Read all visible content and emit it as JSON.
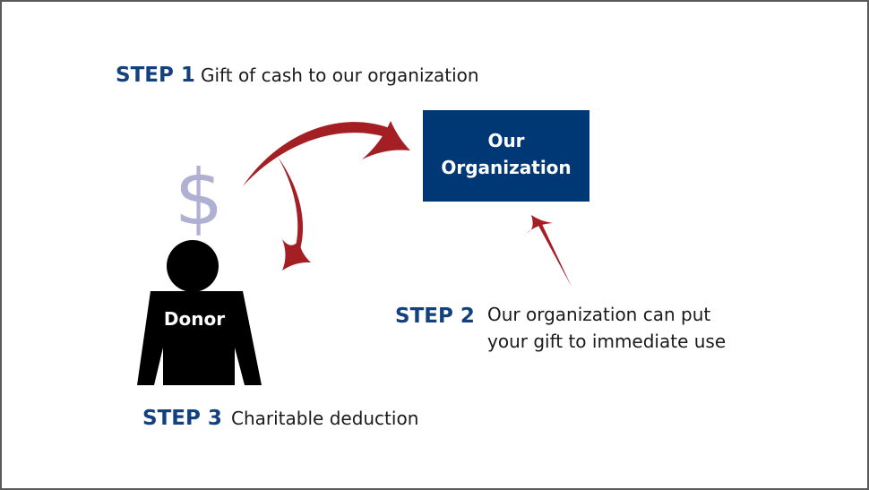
{
  "colors": {
    "brand_blue": "#003876",
    "step_blue": "#13407e",
    "arrow_red": "#a31f24",
    "dollar": "#b0b0d4"
  },
  "step1": {
    "label": "STEP 1",
    "text": "Gift of cash to our organization"
  },
  "step2": {
    "label": "STEP 2",
    "text_line1": "Our organization can put",
    "text_line2": "your gift to immediate use"
  },
  "step3": {
    "label": "STEP 3",
    "text": "Charitable deduction"
  },
  "organization": {
    "line1": "Our",
    "line2": "Organization"
  },
  "donor": {
    "label": "Donor",
    "symbol": "$"
  }
}
